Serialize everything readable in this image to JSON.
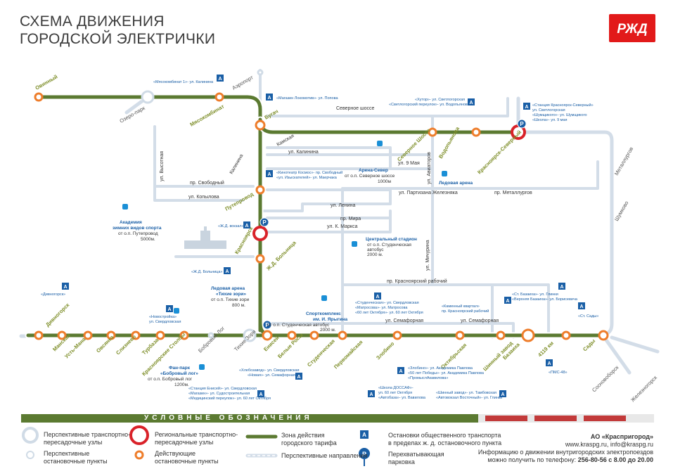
{
  "header": {
    "title_line1": "СХЕМА ДВИЖЕНИЯ",
    "title_line2": "ГОРОДСКОЙ ЭЛЕКТРИЧКИ",
    "logo_text": "РЖД"
  },
  "colors": {
    "rail": "#5b7a31",
    "street": "#d3dde8",
    "station_ring": "#ee7d2b",
    "hub_ring": "#d92229",
    "perspective_ring": "#d0dbe6",
    "parking": "#1a5fa6",
    "label_green": "#7f8f2b",
    "label_blue": "#1a5fa6"
  },
  "stations": [
    {
      "name": "Овинный"
    },
    {
      "name": "Мясокомбинат"
    },
    {
      "name": "Аэропорт"
    },
    {
      "name": "Бугач"
    },
    {
      "name": "Северное Шоссе"
    },
    {
      "name": "Водопьянова"
    },
    {
      "name": "Красноярск-Северный"
    },
    {
      "name": "Путепровод"
    },
    {
      "name": "Красноярск"
    },
    {
      "name": "Ж.Д. Больница"
    },
    {
      "name": "Енисей"
    },
    {
      "name": "Дивногорск"
    },
    {
      "name": "Манская"
    },
    {
      "name": "Усть-Мана"
    },
    {
      "name": "Овсянка"
    },
    {
      "name": "Слизнево"
    },
    {
      "name": "Турбаза"
    },
    {
      "name": "Красноярские Столбы"
    },
    {
      "name": "Бобровый Лог"
    },
    {
      "name": "Тихие Зори"
    },
    {
      "name": "Белые Росы"
    },
    {
      "name": "Студенческая"
    },
    {
      "name": "Первомайская"
    },
    {
      "name": "Злобино"
    },
    {
      "name": "Октябрьская"
    },
    {
      "name": "Шинный завод"
    },
    {
      "name": "Базаиха"
    },
    {
      "name": "4119 км"
    },
    {
      "name": "Сады"
    },
    {
      "name": "Озеро-парк"
    },
    {
      "name": "Металлургов"
    },
    {
      "name": "Шумково"
    },
    {
      "name": "Сосновоборск"
    },
    {
      "name": "Железногорск"
    }
  ],
  "streets": {
    "severnoe": "Северное шоссе",
    "kalinina": "ул. Калинина",
    "kamskaya": "Камская",
    "kalinina_v": "Калинина",
    "vysotnaya": "ул. Высотная",
    "svobodny": "пр. Свободный",
    "kopylova": "ул. Копылова",
    "lenina": "ул. Ленина",
    "mira": "пр. Мира",
    "marksa": "ул. К. Маркса",
    "partizana": "ул. Партизана Железняка",
    "metallurgov": "пр. Металлургов",
    "aviatorov": "ул. Авиаторов",
    "9maya": "ул. 9 Мая",
    "michurina": "ул. Мичурина",
    "krasrab": "пр. Красноярский рабочий",
    "semafornaya": "ул. Семафорная",
    "semafornaya2": "ул. Семафорная"
  },
  "pois": {
    "arena_sever": "Арена-Север",
    "arena_sever_sub": "от о.п. Северное шоссе",
    "arena_sever_dist": "1000м",
    "ice_arena": "Ледовая арена",
    "academy_l1": "Академия",
    "academy_l2": "зимних видов спорта",
    "academy_sub": "от о.п. Путепровод",
    "academy_dist": "5000м.",
    "central_stadium": "Центральный стадион",
    "central_sub1": "от о.п. Студенческая",
    "central_sub2": "автобус",
    "central_dist": "2000 м.",
    "tikhie_l1": "Ледовая арена",
    "tikhie_l2": "«Тихие зори»",
    "tikhie_sub": "от о.п. Тихие зори",
    "tikhie_dist": "800 м.",
    "sport_l1": "Спорткомплекс",
    "sport_l2": "им. И. Ярыгина",
    "sport_sub": "от о.п. Студенческая автобус",
    "sport_dist": "2000 м.",
    "fanpark_l1": "Фан-парк",
    "fanpark_l2": "«Бобровый лог»",
    "fanpark_sub": "от о.п. Бобровый лог",
    "fanpark_dist": "1200м."
  },
  "stops": {
    "myaso": "«Мясокомбинат 1»- ул. Калинина",
    "lokomotiv": "«Магазин Локомотив»- ул. Попова",
    "khutor1": "«Хутор»- ул. Светлогорская",
    "khutor2": "«Светлогорский переулок»- ул. Водопьянова",
    "ksev1": "«Станция Красноярск-Северный»",
    "ksev2": "ул. Светлогорская",
    "ksev3": "«Шумщикого»- ул. Шумщикого",
    "ksev4": "«Школа»- ул. 9 мая",
    "kosmos1": "«Кинотеатр Космос»- пр. Свободный",
    "kosmos2": "«ул. Изыскателей»- ул. Маерчака",
    "zdvokzal": "«Ж.Д. вокзал»",
    "zdbolnica": "«Ж.Д. Больница»",
    "divnogorsk": "«Дивногорск»",
    "novostroyka1": "«Новостройка»",
    "novostroyka2": "ул. Свердловская",
    "student1": "«Студенческая»- ул. Свердловская",
    "student2": "«Матросова»- ул. Матросова",
    "student3": "«60 лет Октября»- ул. 60 лет Октября",
    "kamenny1": "«Каменный квартал»",
    "kamenny2": "пр. Красноярский рабочий",
    "bazaiha1": "«Ст. Базаиха»- ул. Глинки",
    "bazaiha2": "«Верхняя Базаиха»- ул. Борисевича",
    "sady": "«Ст. Сады»",
    "ppk48": "«ПМС-48»",
    "hleb1": "«Хлебозавод»- ул. Свердловская",
    "hleb2": "«Новая»- ул. Семафорная",
    "enisey1": "«Станция Енисей»- ул. Свердловская",
    "enisey2": "«Магазин»- ул. Судостроительная",
    "enisey3": "«Медицинский переулок»- ул. 60 лет Октября",
    "zlobino1": "«Злобино»- ул. Академика Павлова",
    "zlobino2": "«50 лет Победы»- ул. Академика Павлова",
    "zlobino3": "«ПромыслАкавилова»",
    "dosaaf1": "«Школа ДОССАФ»-",
    "dosaaf2": "ул. 60 лет Октября",
    "dosaaf3": "«Автобаза»- ул. Вавилова",
    "shinny1": "«Шинный завод»- ул. Тамбовская",
    "shinny2": "«Автовокзал Восточный»- ул. Глинки"
  },
  "legend": {
    "title": "УСЛОВНЫЕ ОБОЗНАЧЕНИЯ",
    "persp_hubs_l1": "Перспективные транспортно-",
    "persp_hubs_l2": "пересадочные узлы",
    "persp_stops_l1": "Перспективные",
    "persp_stops_l2": "остановочные пункты",
    "regional_l1": "Региональные транспортно-",
    "regional_l2": "пересадочные узлы",
    "active_l1": "Действующие",
    "active_l2": "остановочные пункты",
    "zone_l1": "Зона действия",
    "zone_l2": "городского тарифа",
    "persp_dir": "Перспективные направления",
    "bus_l1": "Остановки общественного транспорта",
    "bus_l2": "в пределах ж. д. остановочного пункта",
    "park_l1": "Перехватывающая",
    "park_l2": "парковка"
  },
  "company": {
    "name": "АО «Краспригород»",
    "contacts": "www.kraspg.ru, info@kraspg.ru",
    "info_l1": "Информацию о движении внутригородских электропоездов",
    "info_l2": "можно получить по телефону:",
    "phone": "256-80-56 с 8.00 до 20.00"
  }
}
